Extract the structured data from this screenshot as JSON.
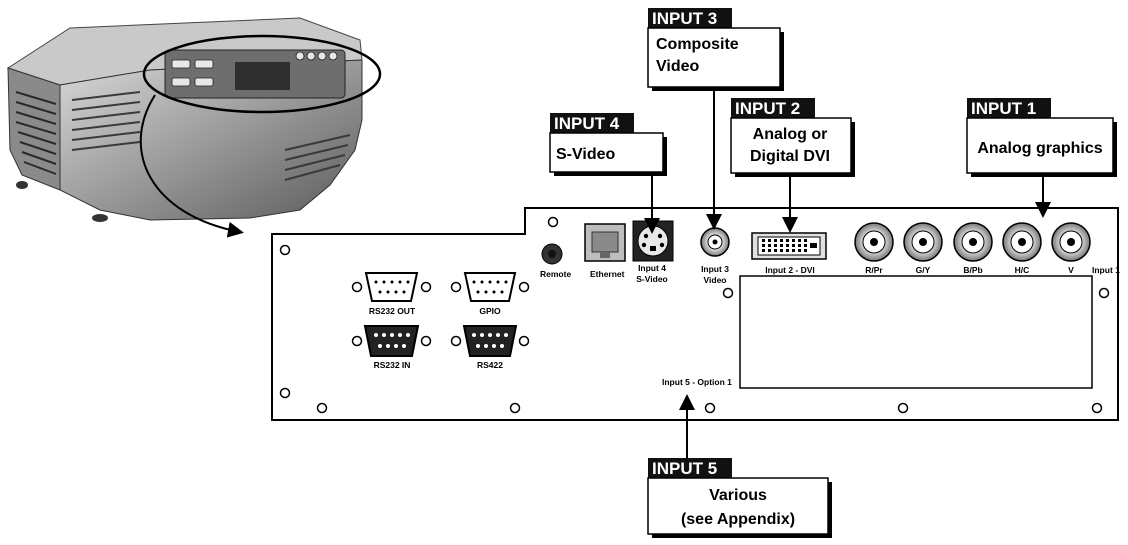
{
  "callouts": {
    "input3": {
      "header": "INPUT 3",
      "line1": "Composite",
      "line2": "Video"
    },
    "input4": {
      "header": "INPUT 4",
      "line1": "S-Video"
    },
    "input2": {
      "header": "INPUT 2",
      "line1": "Analog or",
      "line2": "Digital DVI"
    },
    "input1": {
      "header": "INPUT 1",
      "line1": "Analog graphics"
    },
    "input5": {
      "header": "INPUT 5",
      "line1": "Various",
      "line2": "(see Appendix)"
    }
  },
  "panel_labels": {
    "remote": "Remote",
    "ethernet": "Ethernet",
    "input4_a": "Input 4",
    "input4_b": "S-Video",
    "input3_a": "Input 3",
    "input3_b": "Video",
    "input2_dvi": "Input 2 - DVI",
    "rpr": "R/Pr",
    "gy": "G/Y",
    "bpb": "B/Pb",
    "hc": "H/C",
    "v": "V",
    "input1": "Input 1",
    "rs232_out": "RS232 OUT",
    "gpio": "GPIO",
    "rs232_in": "RS232 IN",
    "rs422": "RS422",
    "input5_option": "Input 5 - Option 1"
  }
}
